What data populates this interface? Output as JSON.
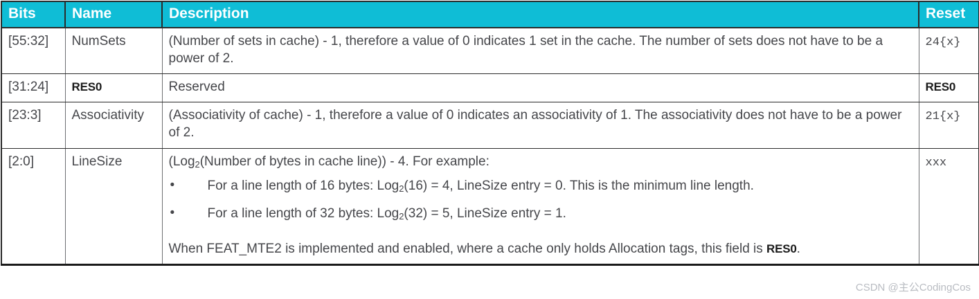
{
  "table": {
    "headers": {
      "bits": "Bits",
      "name": "Name",
      "description": "Description",
      "reset": "Reset"
    },
    "header_bg": "#0fbdd6",
    "header_fg": "#ffffff",
    "body_fg": "#45464a",
    "border_color": "#2b2b2b",
    "rows": [
      {
        "bits": "[55:32]",
        "name": "NumSets",
        "name_bold": false,
        "description": "(Number of sets in cache) - 1, therefore a value of 0 indicates 1 set in the cache. The number of sets does not have to be a power of 2.",
        "reset": "24{x}",
        "reset_style": "mono"
      },
      {
        "bits": "[31:24]",
        "name": "RES0",
        "name_bold": true,
        "description": "Reserved",
        "reset": "RES0",
        "reset_style": "bold"
      },
      {
        "bits": "[23:3]",
        "name": "Associativity",
        "name_bold": false,
        "description": "(Associativity of cache) - 1, therefore a value of 0 indicates an associativity of 1. The associativity does not have to be a power of 2.",
        "reset": "21{x}",
        "reset_style": "mono"
      },
      {
        "bits": "[2:0]",
        "name": "LineSize",
        "name_bold": false,
        "intro_pre": "(Log",
        "intro_sub": "2",
        "intro_post": "(Number of bytes in cache line)) - 4. For example:",
        "bullets": [
          {
            "pre": "For a line length of 16 bytes: Log",
            "sub": "2",
            "post": "(16) = 4, LineSize entry = 0. This is the minimum line length."
          },
          {
            "pre": "For a line length of 32 bytes: Log",
            "sub": "2",
            "post": "(32) = 5, LineSize entry = 1."
          }
        ],
        "note_pre": "When FEAT_MTE2 is implemented and enabled, where a cache only holds Allocation tags, this field is ",
        "note_bold": "RES0",
        "note_post": ".",
        "reset": "xxx",
        "reset_style": "mono"
      }
    ]
  },
  "watermark": "CSDN @主公CodingCos"
}
